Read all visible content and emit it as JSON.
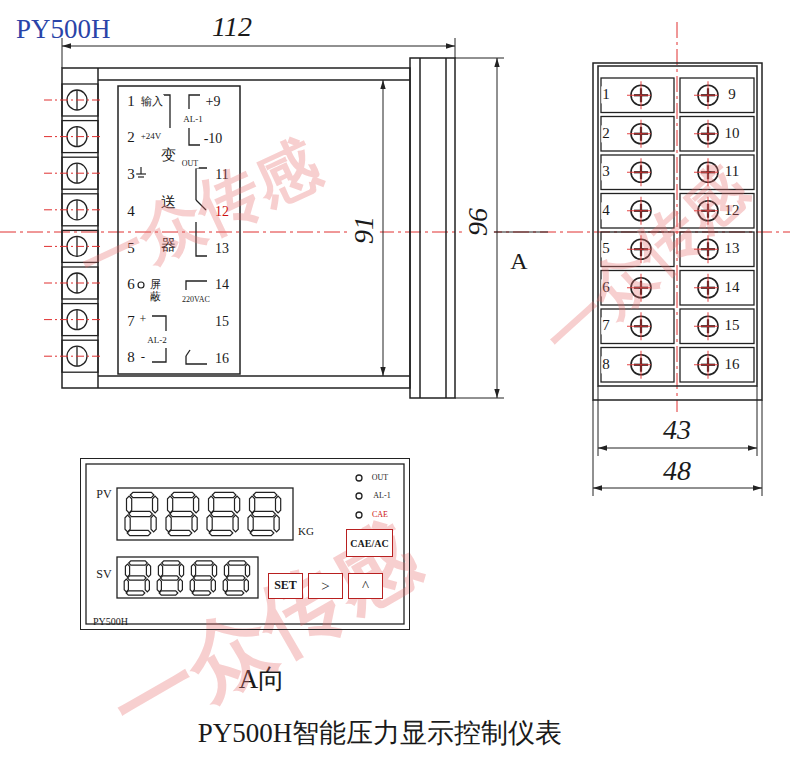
{
  "diagram": {
    "title": "PY500H",
    "caption": "PY500H智能压力显示控制仪表",
    "nodes": [
      {
        "text": [
          "PY500H"
        ]
      },
      {
        "text": [
          "CAE/AC"
        ],
        "in": 0
      },
      {
        "text": [
          "SET"
        ],
        "in": 0
      },
      {
        "text": [
          ">"
        ],
        "in": 0
      },
      {
        "text": [
          "^"
        ],
        "in": 0
      }
    ],
    "labels": [
      "112",
      "91",
      "96",
      "A",
      "1",
      "输入",
      "+9",
      "AL-1",
      "2",
      "+24V",
      "-10",
      "变",
      "OUT",
      "3",
      "11",
      "送",
      "4",
      "12",
      "5",
      "器",
      "13",
      "6",
      "屏蔽",
      "14",
      "220VAC",
      "7",
      "+",
      "15",
      "AL-2",
      "8",
      "-",
      "16",
      "1",
      "2",
      "3",
      "4",
      "5",
      "6",
      "7",
      "8",
      "9",
      "10",
      "11",
      "12",
      "13",
      "14",
      "15",
      "16",
      "43",
      "48",
      "PV",
      "KG",
      "SV",
      "OUT",
      "AL-1",
      "CAE",
      "A向",
      "一众传感",
      "一众传感",
      "一众传感"
    ]
  }
}
